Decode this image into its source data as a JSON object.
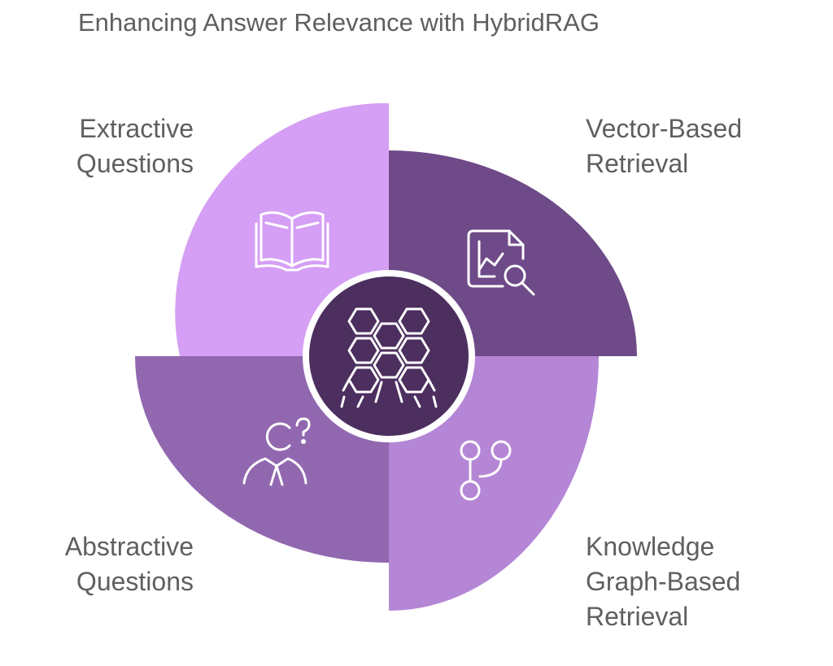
{
  "title": "Enhancing Answer Relevance with HybridRAG",
  "segments": [
    {
      "id": "extractive",
      "label_lines": [
        "Extractive",
        "Questions"
      ],
      "icon": "open-book-icon",
      "color": "#d59ff5"
    },
    {
      "id": "vector",
      "label_lines": [
        "Vector-Based",
        "Retrieval"
      ],
      "icon": "chart-search-icon",
      "color": "#6e4a88"
    },
    {
      "id": "knowledge-graph",
      "label_lines": [
        "Knowledge",
        "Graph-Based",
        "Retrieval"
      ],
      "icon": "git-branch-icon",
      "color": "#b586d6"
    },
    {
      "id": "abstractive",
      "label_lines": [
        "Abstractive",
        "Questions"
      ],
      "icon": "person-question-icon",
      "color": "#9168b0"
    }
  ],
  "center": {
    "icon": "honeycomb-icon",
    "color": "#4c2e5f"
  }
}
